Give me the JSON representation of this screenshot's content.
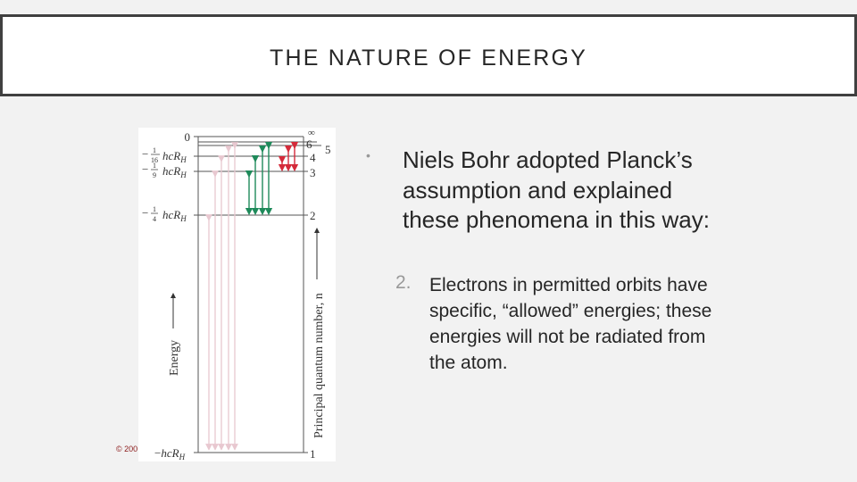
{
  "slide": {
    "title": "THE NATURE OF ENERGY",
    "bullet": {
      "marker": "•",
      "text": "Niels Bohr adopted Planck’s assumption and explained these phenomena in this way:"
    },
    "sub_item": {
      "number": "2.",
      "text": "Electrons in permitted orbits have specific, “allowed” energies; these energies will not be radiated from the atom."
    },
    "copyright": "© 200"
  },
  "figure": {
    "y_axis_label": "Energy",
    "right_axis_label": "Principal quantum number, n",
    "energy_labels": [
      {
        "level": "0",
        "text": "0"
      },
      {
        "level": "4",
        "text": "−1/16 hcR_H"
      },
      {
        "level": "3",
        "text": "−1/9 hcR_H"
      },
      {
        "level": "2",
        "text": "−1/4 hcR_H"
      },
      {
        "level": "1",
        "text": "−hcR_H"
      }
    ],
    "n_labels": [
      "∞",
      "6",
      "5",
      "4",
      "3",
      "2",
      "1"
    ],
    "colors": {
      "lyman": "#e8c8d0",
      "balmer": "#1e8a5a",
      "paschen": "#d42a3a",
      "lines": "#555555"
    }
  }
}
